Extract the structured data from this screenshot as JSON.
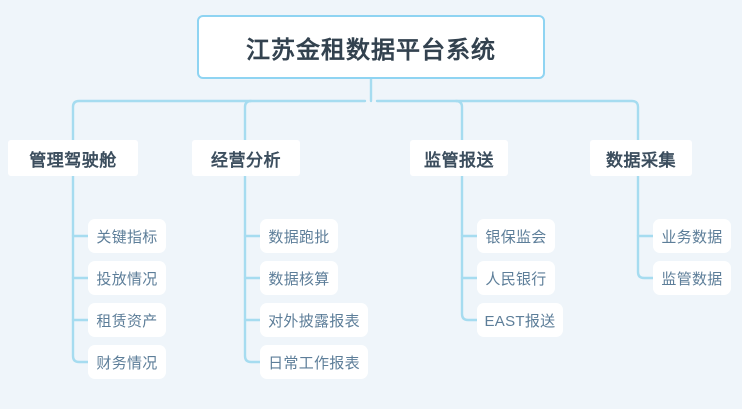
{
  "diagram": {
    "title": "江苏金租数据平台系统",
    "type": "organization-tree",
    "colors": {
      "background": "#eff5fa",
      "node_fill": "#ffffff",
      "connector": "#a6dcf0",
      "root_border": "#8fd4f2",
      "root_text": "#33424f",
      "branch_text": "#3c4e5e",
      "leaf_text": "#5d7e99"
    },
    "root": {
      "label": "江苏金租数据平台系统"
    },
    "branches": [
      {
        "label": "管理驾驶舱",
        "children": [
          {
            "label": "关键指标"
          },
          {
            "label": "投放情况"
          },
          {
            "label": "租赁资产"
          },
          {
            "label": "财务情况"
          }
        ]
      },
      {
        "label": "经营分析",
        "children": [
          {
            "label": "数据跑批"
          },
          {
            "label": "数据核算"
          },
          {
            "label": "对外披露报表"
          },
          {
            "label": "日常工作报表"
          }
        ]
      },
      {
        "label": "监管报送",
        "children": [
          {
            "label": "银保监会"
          },
          {
            "label": "人民银行"
          },
          {
            "label": "EAST报送"
          }
        ]
      },
      {
        "label": "数据采集",
        "children": [
          {
            "label": "业务数据"
          },
          {
            "label": "监管数据"
          }
        ]
      }
    ]
  }
}
